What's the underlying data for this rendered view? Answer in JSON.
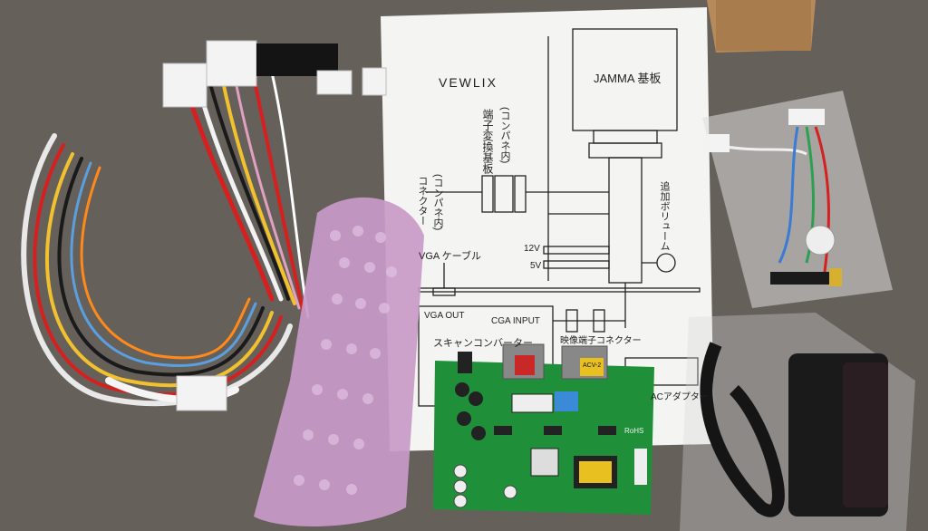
{
  "photo": {
    "colors": {
      "carpet": "#6b6560",
      "paper": "#f4f4f2",
      "pcb": "#1f8f3a",
      "cardboard": "#b88a5a",
      "bubble_wrap": "#c89ac8"
    },
    "diagram": {
      "title": "VEWLIX",
      "jamma": "JAMMA 基板",
      "terminal_board": "端子変換基板",
      "terminal_board_note": "(コンパネ内)",
      "connector": "コネクター",
      "connector_note": "(コンパネ内)",
      "volume": "追加ボリューム",
      "vga_cable": "VGA ケーブル",
      "v12": "12V",
      "v5": "5V",
      "vga_out": "VGA OUT",
      "cga_input": "CGA INPUT",
      "scan_converter": "スキャンコンバーター",
      "image_connector": "映像端子コネクター",
      "ac_adapter": "ACアダプター"
    },
    "pcb": {
      "chip_label": "ACV-2",
      "rohs": "RoHS"
    }
  }
}
